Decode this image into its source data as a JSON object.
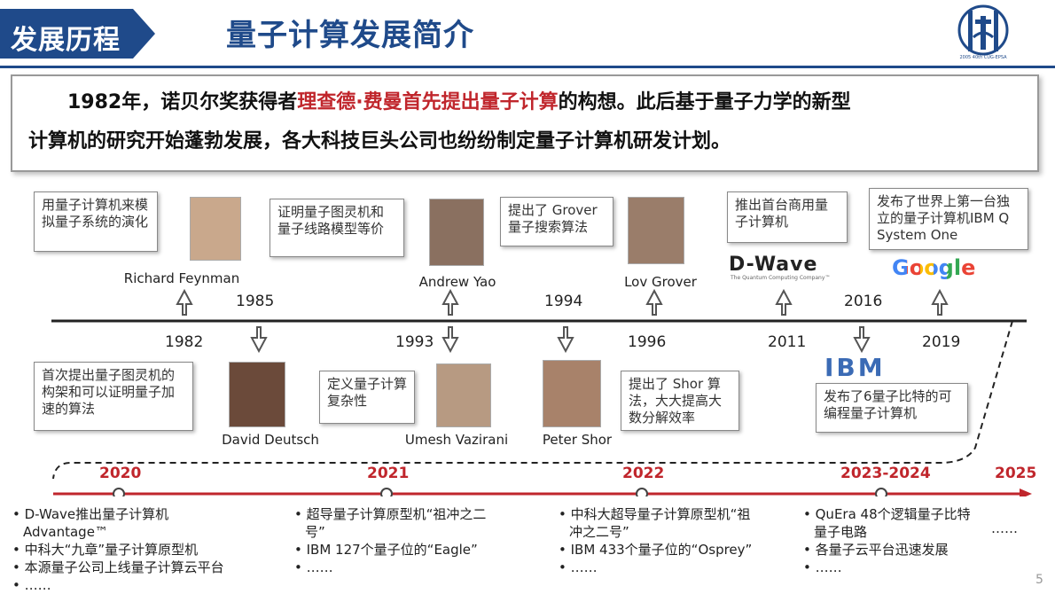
{
  "header": {
    "tag": "发展历程",
    "title": "量子计算发展简介",
    "logo_text": "2005 40th CUG-EPSA"
  },
  "intro": {
    "part1": "1982年，诺贝尔奖获得者",
    "highlight": "理查德·费曼首先提出量子计算",
    "part2": "的构想。此后基于量子力学的新型",
    "line2": "计算机的研究开始蓬勃发展，各大科技巨头公司也纷纷制定量子计算机研发计划。"
  },
  "timeline_top": {
    "years": {
      "y1982": "1982",
      "y1985": "1985",
      "y1993": "1993",
      "y1994": "1994",
      "y1996": "1996",
      "y2011": "2011",
      "y2016": "2016",
      "y2019": "2019"
    },
    "events": {
      "feynman": {
        "text": "用量子计算机来模拟量子系统的演化",
        "name": "Richard Feynman"
      },
      "deutsch": {
        "text": "首次提出量子图灵机的构架和可以证明量子加速的算法",
        "name": "David Deutsch"
      },
      "yao": {
        "text": "证明量子图灵机和量子线路模型等价",
        "name": "Andrew Yao"
      },
      "vazirani": {
        "text": "定义量子计算复杂性",
        "name": "Umesh Vazirani"
      },
      "grover": {
        "text": "提出了 Grover 量子搜索算法",
        "name": "Lov Grover"
      },
      "shor": {
        "text": "提出了 Shor 算法，大大提高大数分解效率",
        "name": "Peter Shor"
      },
      "dwave": {
        "text": "推出首台商用量子计算机",
        "brand": "D-Wave",
        "brand_sub": "The Quantum Computing Company™"
      },
      "ibm": {
        "text": "发布了6量子比特的可编程量子计算机",
        "brand": "IBM"
      },
      "google": {
        "text": "发布了世界上第一台独立的量子计算机IBM Q System One",
        "brand": "Google"
      }
    }
  },
  "timeline_bottom": {
    "years": [
      "2020",
      "2021",
      "2022",
      "2023-2024",
      "2025"
    ],
    "col2020": [
      "D-Wave推出量子计算机",
      "Advantage™",
      "中科大“九章”量子计算原型机",
      "本源量子公司上线量子计算云平台",
      "……"
    ],
    "col2021": [
      "超导量子计算原型机“祖冲之二",
      "号”",
      "IBM 127个量子位的“Eagle”",
      "……"
    ],
    "col2022": [
      "中科大超导量子计算原型机“祖",
      "冲之二号”",
      "IBM 433个量子位的“Osprey”",
      "……"
    ],
    "col2023": [
      "QuEra 48个逻辑量子比特",
      "量子电路",
      "各量子云平台迅速发展",
      "……"
    ],
    "more": "……"
  },
  "page_number": "5",
  "colors": {
    "brand_blue": "#1f4a8a",
    "highlight_red": "#c0262c"
  }
}
